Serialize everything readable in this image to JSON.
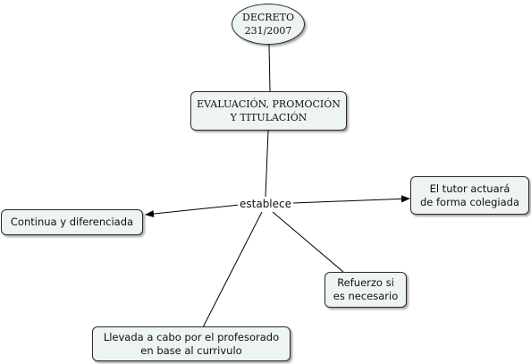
{
  "nodes": {
    "decreto": {
      "text": "DECRETO\n231/2007"
    },
    "evaluacion": {
      "text": "EVALUACIÓN, PROMOCIÓN\n  Y TITULACIÓN"
    },
    "continua": {
      "text": "Continua y diferenciada"
    },
    "tutor": {
      "text": "El tutor actuará\nde forma colegiada"
    },
    "refuerzo": {
      "text": "Refuerzo si\nes necesario"
    },
    "llevada": {
      "text": "Llevada a cabo por el profesorado\nen base al currivulo"
    }
  },
  "linking_phrase": "establece",
  "colors": {
    "node_fill": "#eef3f3",
    "border": "#2b2b2b",
    "line": "#000000"
  }
}
